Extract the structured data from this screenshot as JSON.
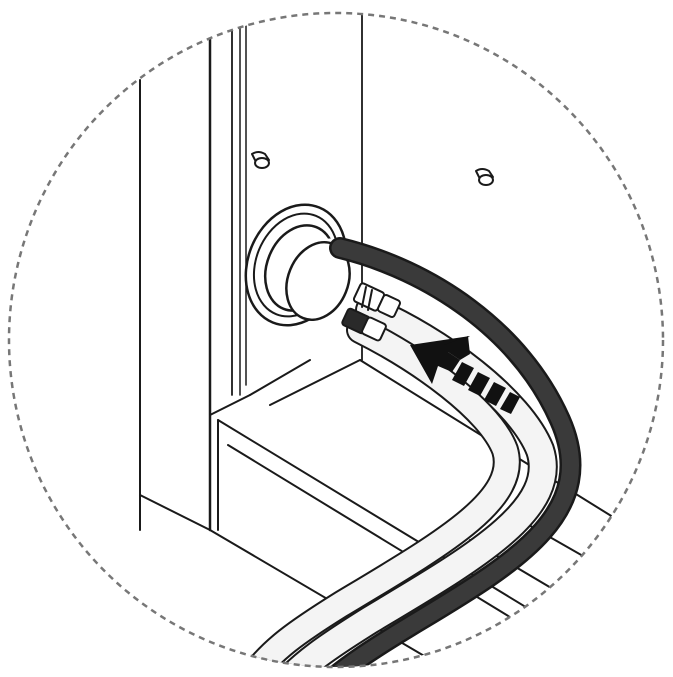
{
  "figure": {
    "kind": "technical installation illustration",
    "colors": {
      "line": "#1a1a1a",
      "hose_dark": "#3a3a3a",
      "hose_light": "#f4f4f4",
      "arrow": "#111111",
      "background": "#ffffff",
      "dashed_frame": "#777777"
    },
    "icons": [
      "dashed-circle-frame",
      "insertion-arrow-icon",
      "hose-ring-grommet",
      "cabinet-screw"
    ]
  }
}
